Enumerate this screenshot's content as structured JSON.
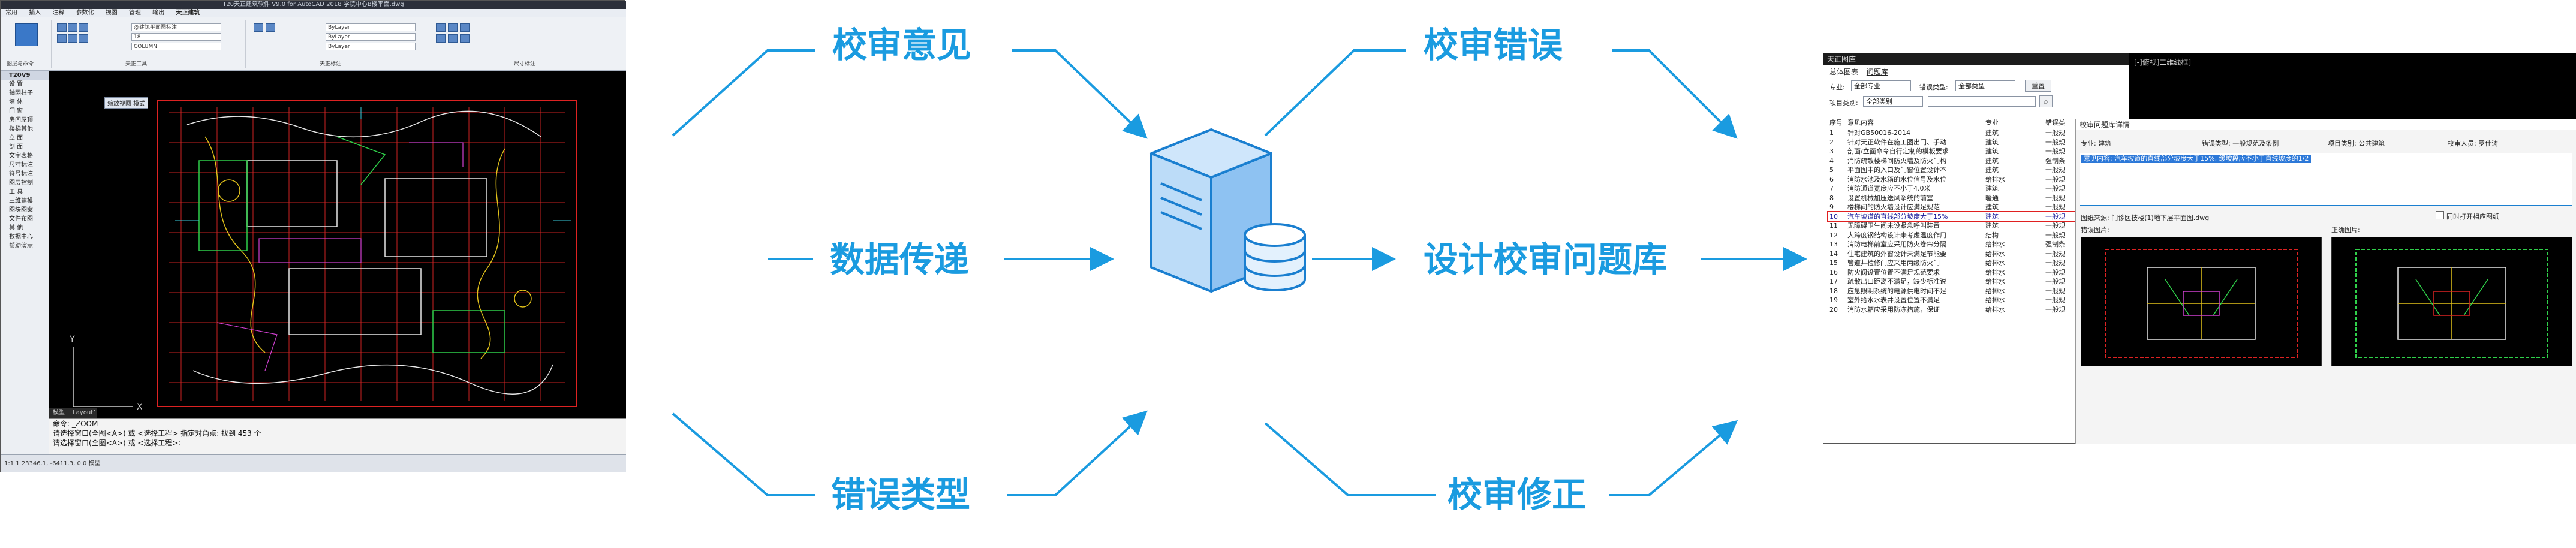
{
  "colors": {
    "accent": "#1a9be0",
    "highlight": "#e02020",
    "selection": "#2c78d8"
  },
  "cad": {
    "title": "T20天正建筑软件 V9.0 for AutoCAD 2018    学院中心B楼平面.dwg",
    "menu": [
      "常用",
      "插入",
      "注释",
      "参数化",
      "视图",
      "管理",
      "输出",
      "天正建筑"
    ],
    "ribbon_values": {
      "layer_combo": "ByLayer",
      "linetype": "ByLayer",
      "lineweight": "ByLayer",
      "text_style": "COLUMN",
      "text_height": "18",
      "dim_style": "@建筑平面图标注"
    },
    "ribbon_group_labels": [
      "图层与命令",
      "天正工具",
      "天正标注",
      "尺寸标注"
    ],
    "left_panel_title": "T20V9",
    "left_items": [
      "设 置",
      "轴网柱子",
      "墙 体",
      "门 窗",
      "房间屋顶",
      "楼梯其他",
      "立 面",
      "剖 面",
      "文字表格",
      "尺寸标注",
      "符号标注",
      "图层控制",
      "工 具",
      "三维建模",
      "图块图案",
      "文件布图",
      "其 他",
      "数据中心",
      "帮助演示"
    ],
    "canvas_tag": "缩放视图 模式",
    "layout_tabs": [
      "模型",
      "Layout1"
    ],
    "cmd_lines": [
      "命令: _ZOOM",
      "请选择窗口(全图<A>) 或 <选择工程> 指定对角点: 找到 453 个",
      "请选择窗口(全图<A>) 或 <选择工程>:"
    ],
    "status": "1:1  1  23346.1, -6411.3, 0.0  模型"
  },
  "labels": {
    "audit_opinion": "校审意见",
    "data_transfer": "数据传递",
    "error_type": "错误类型",
    "audit_error": "校审错误",
    "issue_library": "设计校审问题库",
    "audit_correction": "校审修正"
  },
  "dialog": {
    "title": "天正图库",
    "tabs": [
      "总体图表",
      "问题库"
    ],
    "filter": {
      "major_label": "专业:",
      "major_value": "全部专业",
      "type_label": "错误类型:",
      "type_value": "全部类型",
      "reset": "重置",
      "category_label": "项目类别:",
      "category_value": "全部类别"
    },
    "table_headers": [
      "序号",
      "意见内容",
      "专业",
      "错误类"
    ],
    "rows": [
      {
        "n": "1",
        "text": "针对GB50016-2014",
        "major": "建筑",
        "type": "一般规"
      },
      {
        "n": "2",
        "text": "针对天正软件在施工图出门、手动",
        "major": "建筑",
        "type": "一般规"
      },
      {
        "n": "3",
        "text": "剖面/立面命令自行定制的模板要求",
        "major": "建筑",
        "type": "一般规"
      },
      {
        "n": "4",
        "text": "消防疏散楼梯间防火墙及防火门构",
        "major": "建筑",
        "type": "强制条"
      },
      {
        "n": "5",
        "text": "平面图中的入口及门窗位置设计不",
        "major": "建筑",
        "type": "一般规"
      },
      {
        "n": "6",
        "text": "消防水池及水箱的水位信号及水位",
        "major": "给排水",
        "type": "一般规"
      },
      {
        "n": "7",
        "text": "消防通道宽度应不小于4.0米",
        "major": "建筑",
        "type": "一般规"
      },
      {
        "n": "8",
        "text": "设置机械加压送风系统的前室",
        "major": "暖通",
        "type": "一般规"
      },
      {
        "n": "9",
        "text": "楼梯间的防火墙设计应满足规范",
        "major": "建筑",
        "type": "一般规"
      },
      {
        "n": "10",
        "text": "汽车坡道的直线部分坡度大于15%",
        "major": "建筑",
        "type": "一般规"
      },
      {
        "n": "11",
        "text": "无障碍卫生间未设紧急呼叫装置",
        "major": "建筑",
        "type": "一般规"
      },
      {
        "n": "12",
        "text": "大跨度钢结构设计未考虑温度作用",
        "major": "结构",
        "type": "一般规"
      },
      {
        "n": "13",
        "text": "消防电梯前室应采用防火卷帘分隔",
        "major": "给排水",
        "type": "强制条"
      },
      {
        "n": "14",
        "text": "住宅建筑的外窗设计未满足节能要",
        "major": "给排水",
        "type": "一般规"
      },
      {
        "n": "15",
        "text": "管道井检修门应采用丙级防火门",
        "major": "给排水",
        "type": "一般规"
      },
      {
        "n": "16",
        "text": "防火阀设置位置不满足规范要求",
        "major": "给排水",
        "type": "一般规"
      },
      {
        "n": "17",
        "text": "疏散出口距离不满足，缺少标准说",
        "major": "给排水",
        "type": "一般规"
      },
      {
        "n": "18",
        "text": "应急照明系统的电源供电时间不足",
        "major": "给排水",
        "type": "一般规"
      },
      {
        "n": "19",
        "text": "室外给水水表井设置位置不满足",
        "major": "给排水",
        "type": "一般规"
      },
      {
        "n": "20",
        "text": "消防水箱应采用防冻措施，保证",
        "major": "给排水",
        "type": "一般规"
      }
    ],
    "highlight_row": 10,
    "right_top_label": "[-]俯视]二维线框]",
    "detail": {
      "title": "校审问题库详情",
      "major": "专业: 建筑",
      "error_type": "错误类型: 一般规范及条例",
      "project_category": "项目类别: 公共建筑",
      "reviewer": "校审人员: 罗仕涛",
      "opinion": "意见内容: 汽车坡道的直线部分坡度大于15%, 缓坡段应不小于直线坡度的1/2",
      "source": "图纸来源: 门诊医技楼(1)地下层平面图.dwg",
      "checkbox_label": "同时打开相应图纸",
      "error_image_label": "错误图片:",
      "correct_image_label": "正确图片:"
    }
  }
}
